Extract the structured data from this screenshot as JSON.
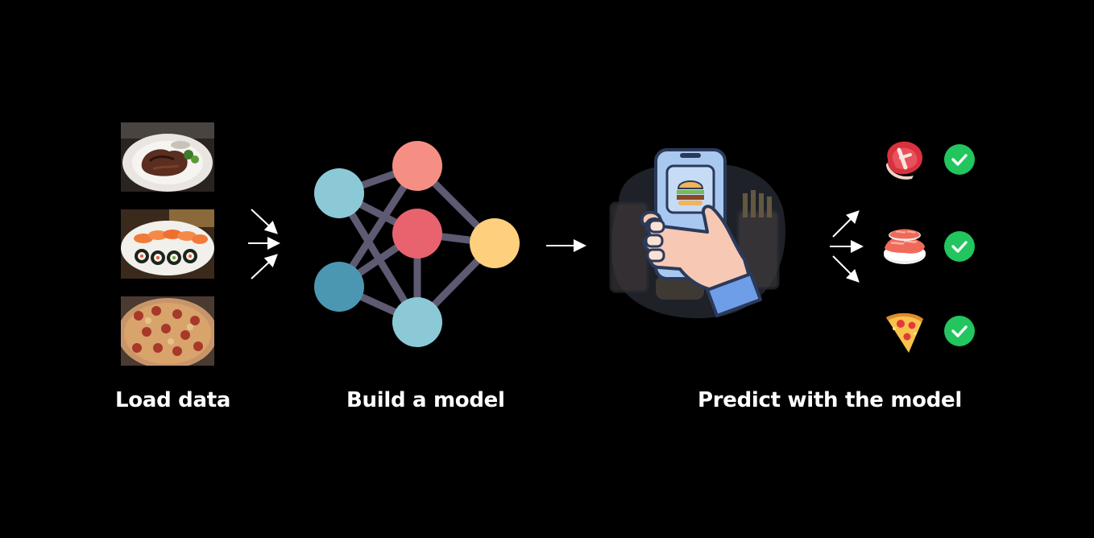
{
  "steps": {
    "load": {
      "label": "Load data"
    },
    "build": {
      "label": "Build a model"
    },
    "predict": {
      "label": "Predict with the model"
    }
  },
  "inputs": [
    {
      "icon": "steak-photo"
    },
    {
      "icon": "sushi-photo"
    },
    {
      "icon": "pizza-photo"
    }
  ],
  "outputs": [
    {
      "icon": "steak-icon",
      "status": "check-icon"
    },
    {
      "icon": "sushi-icon",
      "status": "check-icon"
    },
    {
      "icon": "pizza-icon",
      "status": "check-icon"
    }
  ],
  "colors": {
    "background": "#000000",
    "text": "#ffffff",
    "node_salmon": "#f58f84",
    "node_red": "#e8636e",
    "node_lightblue": "#8cc9d6",
    "node_darkblue": "#4b97b1",
    "node_yellow": "#fecf7d",
    "edge": "#5e5a72",
    "check_green": "#22c55e"
  }
}
